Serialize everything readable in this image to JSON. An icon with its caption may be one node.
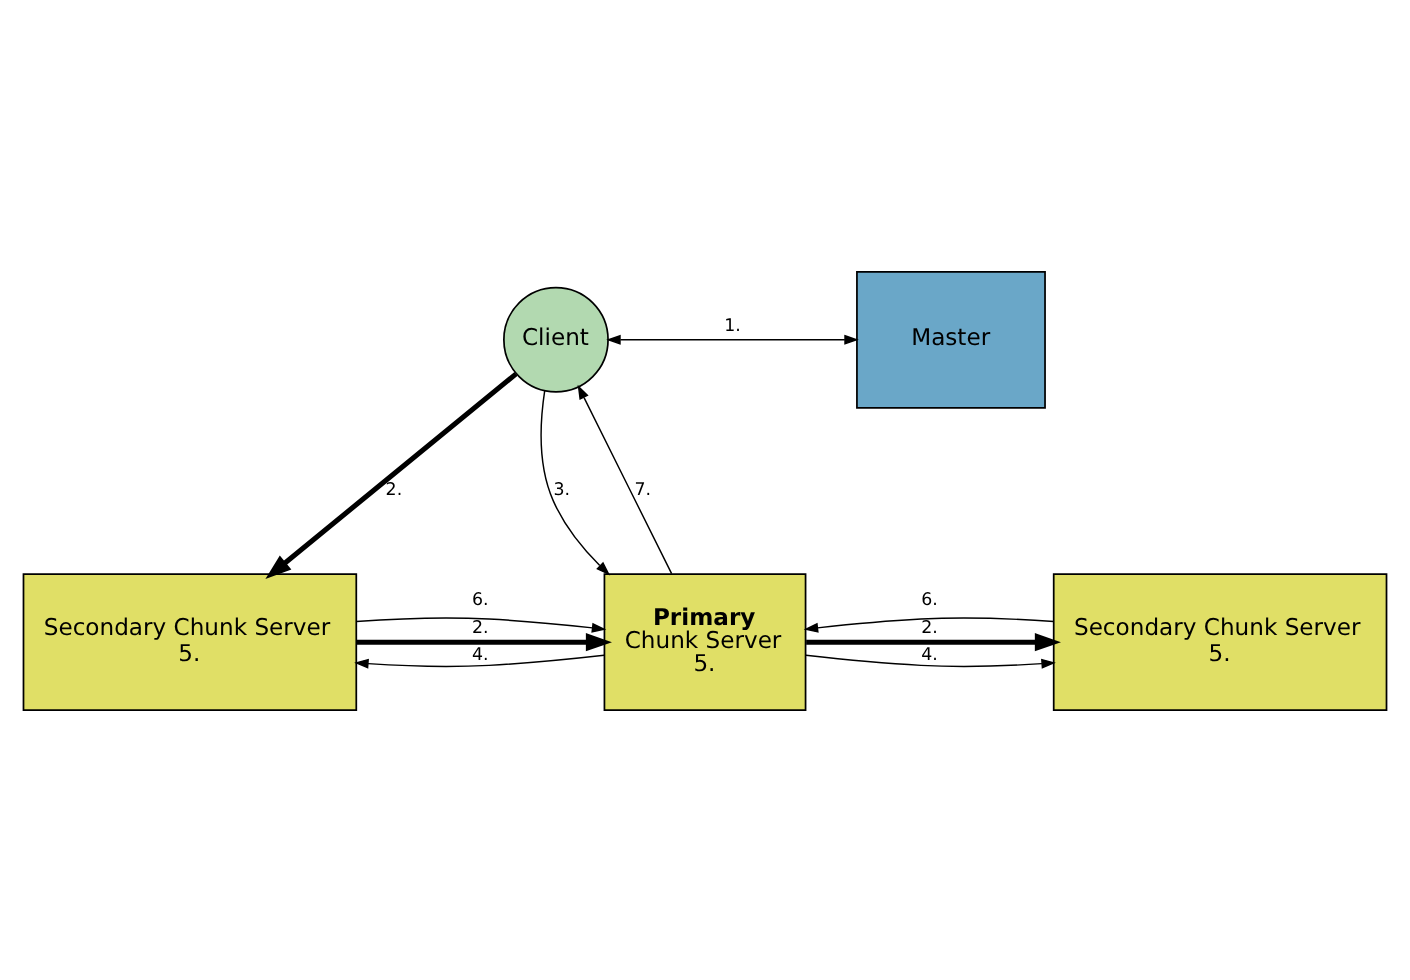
{
  "diagram": {
    "nodes": [
      {
        "text": [
          "Client"
        ]
      },
      {
        "text": [
          "Master"
        ]
      },
      {
        "text": [
          "Secondary Chunk Server",
          "5."
        ]
      },
      {
        "text": [
          "Primary",
          "Chunk Server",
          "5."
        ]
      },
      {
        "text": [
          "Secondary Chunk Server",
          "5."
        ]
      }
    ],
    "edges": [
      {
        "from": 0,
        "to": 1,
        "arrow": "both",
        "label": "1."
      },
      {
        "from": 0,
        "to": 2,
        "arrow": "to",
        "label": "2.",
        "style": "thick"
      },
      {
        "from": 2,
        "to": 3,
        "arrow": "to",
        "label": "2.",
        "style": "thick"
      },
      {
        "from": 3,
        "to": 4,
        "arrow": "to",
        "label": "2.",
        "style": "thick"
      },
      {
        "from": 0,
        "to": 3,
        "arrow": "to",
        "label": "3."
      },
      {
        "from": 3,
        "to": 0,
        "arrow": "to",
        "label": "7."
      },
      {
        "from": 3,
        "to": 2,
        "arrow": "to",
        "label": "4."
      },
      {
        "from": 3,
        "to": 4,
        "arrow": "to",
        "label": "4."
      },
      {
        "from": 2,
        "to": 3,
        "arrow": "to",
        "label": "6."
      },
      {
        "from": 4,
        "to": 3,
        "arrow": "to",
        "label": "6."
      }
    ]
  }
}
